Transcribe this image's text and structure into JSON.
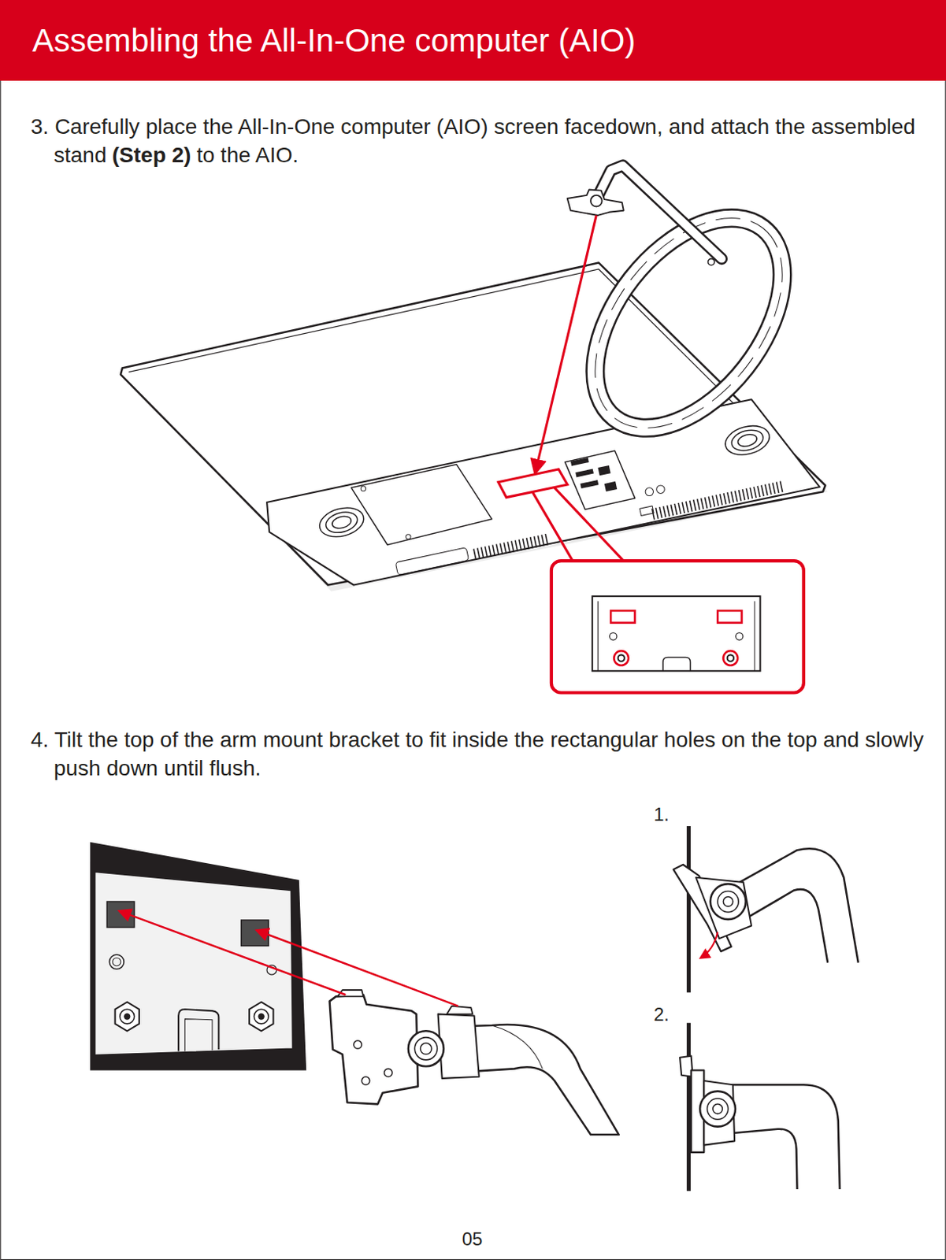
{
  "diagram": {
    "title": "Assembling the All-In-One computer (AIO)",
    "labels": [
      "3. Carefully place the All-In-One computer (AIO) screen facedown, and attach the assembled stand",
      "(Step 2)",
      "to the AIO.",
      "4. Tilt the top of the arm mount bracket to fit inside the rectangular holes on the top and slowly push down until flush.",
      "1.",
      "2.",
      "05"
    ]
  }
}
